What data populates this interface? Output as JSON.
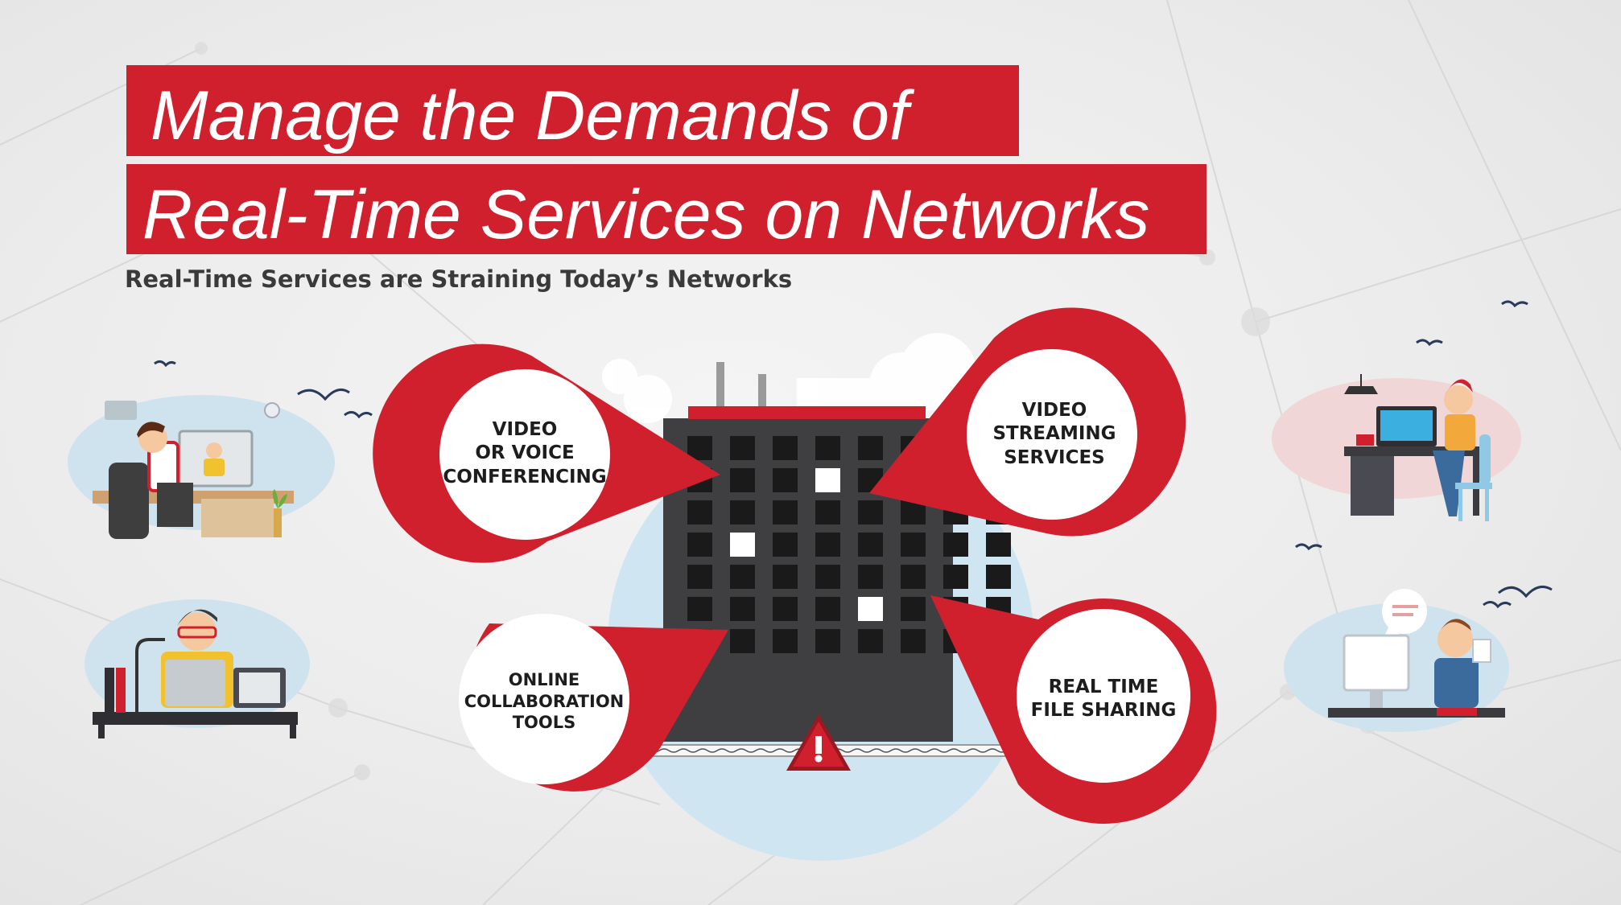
{
  "header": {
    "title_line1": "Manage the Demands of",
    "title_line2": "Real-Time Services on Networks",
    "subtitle": "Real-Time Services are Straining Today’s Networks"
  },
  "services": [
    {
      "id": "video-conferencing",
      "lines": [
        "VIDEO",
        "OR VOICE",
        "CONFERENCING"
      ]
    },
    {
      "id": "video-streaming",
      "lines": [
        "VIDEO",
        "STREAMING",
        "SERVICES"
      ]
    },
    {
      "id": "collaboration",
      "lines": [
        "ONLINE",
        "COLLABORATION",
        "TOOLS"
      ]
    },
    {
      "id": "file-sharing",
      "lines": [
        "REAL TIME",
        "FILE SHARING"
      ]
    }
  ],
  "colors": {
    "brand_red": "#d0202e",
    "building": "#3f3f41",
    "window": "#1a1a1a",
    "window_lit": "#ffffff",
    "background": "#ececec"
  },
  "icons": {
    "alert": "warning-triangle-icon",
    "bird": "bird-icon"
  }
}
